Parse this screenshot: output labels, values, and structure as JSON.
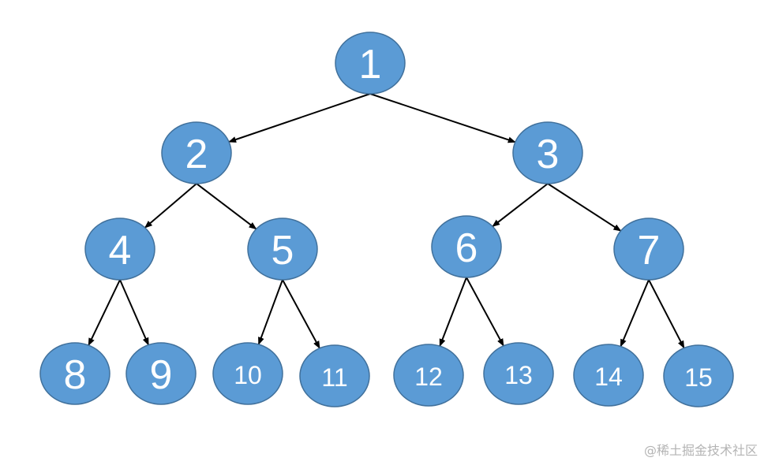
{
  "tree": {
    "nodes": [
      "1",
      "2",
      "3",
      "4",
      "5",
      "6",
      "7",
      "8",
      "9",
      "10",
      "11",
      "12",
      "13",
      "14",
      "15"
    ],
    "edges": [
      [
        "1",
        "2"
      ],
      [
        "1",
        "3"
      ],
      [
        "2",
        "4"
      ],
      [
        "2",
        "5"
      ],
      [
        "3",
        "6"
      ],
      [
        "3",
        "7"
      ],
      [
        "4",
        "8"
      ],
      [
        "4",
        "9"
      ],
      [
        "5",
        "10"
      ],
      [
        "5",
        "11"
      ],
      [
        "6",
        "12"
      ],
      [
        "6",
        "13"
      ],
      [
        "7",
        "14"
      ],
      [
        "7",
        "15"
      ]
    ],
    "node_color": "#5b9bd5",
    "edge_color": "#000000"
  },
  "watermark": "@稀土掘金技术社区"
}
